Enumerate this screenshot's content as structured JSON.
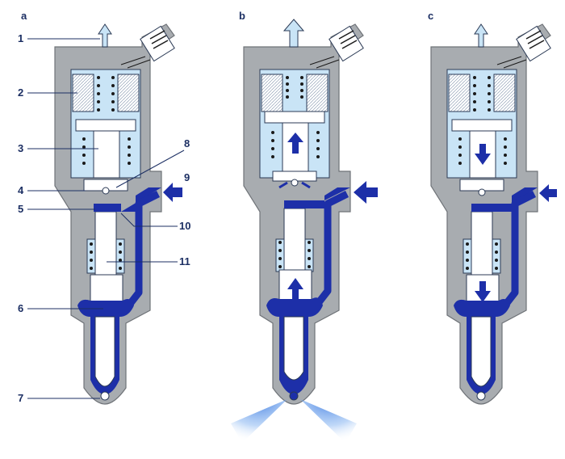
{
  "panels": [
    {
      "letter": "a",
      "state": "closed"
    },
    {
      "letter": "b",
      "state": "open"
    },
    {
      "letter": "c",
      "state": "closing"
    }
  ],
  "callouts": {
    "left": [
      "1",
      "2",
      "3",
      "4",
      "5",
      "6",
      "7"
    ],
    "right": [
      "8",
      "9",
      "10",
      "11"
    ]
  },
  "colors": {
    "housing": "#a8acb0",
    "cavity": "#c9e4f6",
    "fuel": "#1d2fa8",
    "label": "#1c2f63"
  }
}
